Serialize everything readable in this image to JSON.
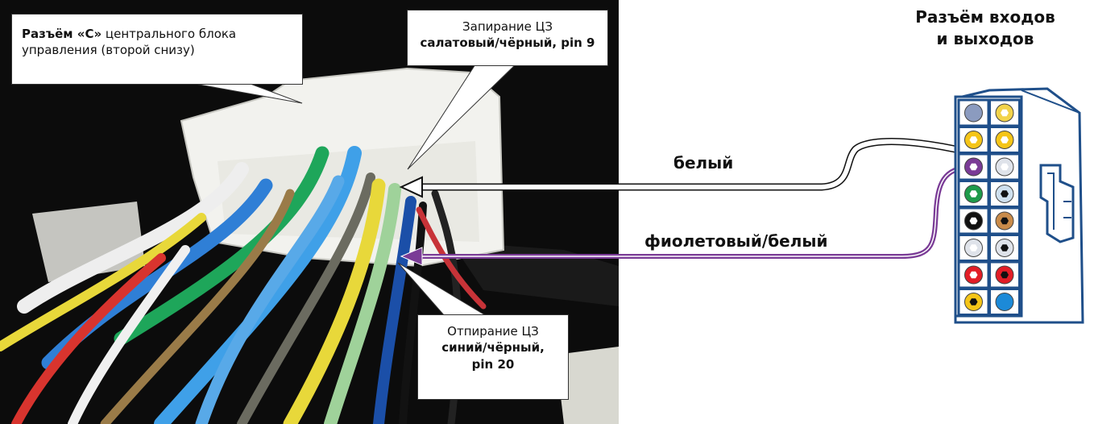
{
  "callouts": {
    "connector_c": {
      "bold": "Разъём «С»",
      "rest": " центрального блока управления (второй снизу)"
    },
    "lock": {
      "line1": "Запирание ЦЗ",
      "line2": "салатовый/чёрный, pin 9"
    },
    "unlock": {
      "line1": "Отпирание ЦЗ",
      "line2": "синий/чёрный,",
      "line3": "pin 20"
    }
  },
  "connector_title": {
    "line1": "Разъём входов",
    "line2": "и выходов"
  },
  "wires": {
    "white": {
      "label": "белый",
      "color": "#ffffff"
    },
    "violet": {
      "label": "фиолетовый/белый",
      "color": "#7a3b96"
    }
  },
  "pins": [
    {
      "color": "#8b9bbf",
      "style": "solid"
    },
    {
      "color": "#f2d34a",
      "style": "dot-white"
    },
    {
      "color": "#f5c518",
      "style": "dot-white"
    },
    {
      "color": "#f5c518",
      "style": "dot-white"
    },
    {
      "color": "#7a3b96",
      "style": "dot-white"
    },
    {
      "color": "#dfe3ea",
      "style": "dot-white"
    },
    {
      "color": "#1e9a4a",
      "style": "dot-white"
    },
    {
      "color": "#cfe0ee",
      "style": "dot-black"
    },
    {
      "color": "#111111",
      "style": "dot-white"
    },
    {
      "color": "#c98b4a",
      "style": "dot-black"
    },
    {
      "color": "#dfe3ea",
      "style": "dot-white"
    },
    {
      "color": "#dfe3ea",
      "style": "dot-black"
    },
    {
      "color": "#e21d26",
      "style": "dot-white"
    },
    {
      "color": "#e21d26",
      "style": "dot-black"
    },
    {
      "color": "#f5c518",
      "style": "dot-black"
    },
    {
      "color": "#1c8ad8",
      "style": "solid"
    }
  ],
  "colors": {
    "connector_outline": "#1f4f8a",
    "connector_fill": "#ffffff",
    "photo_background": "#0c0c0c",
    "plug_body": "#f2f2ee"
  }
}
